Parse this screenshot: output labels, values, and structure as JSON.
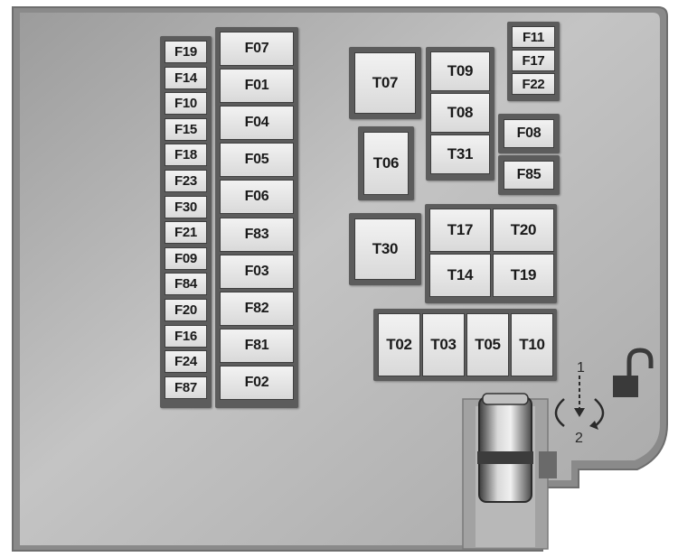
{
  "column_small": [
    "F19",
    "F14",
    "F10",
    "F15",
    "F18",
    "F23",
    "F30",
    "F21",
    "F09",
    "F84",
    "F20",
    "F16",
    "F24",
    "F87"
  ],
  "column_large": [
    "F07",
    "F01",
    "F04",
    "F05",
    "F06",
    "F83",
    "F03",
    "F82",
    "F81",
    "F02"
  ],
  "relay_single_top": "T07",
  "relay_single_mid": "T06",
  "relay_single_low": "T30",
  "relay_stack": [
    "T09",
    "T08",
    "T31"
  ],
  "fuse_top_right": [
    "F11",
    "F17",
    "F22"
  ],
  "fuse_f08": "F08",
  "fuse_f85": "F85",
  "relay_grid": [
    "T17",
    "T20",
    "T14",
    "T19"
  ],
  "relay_row": [
    "T02",
    "T03",
    "T05",
    "T10"
  ],
  "lock_symbol": {
    "step_1": "1",
    "step_2": "2",
    "icon": "unlock-icon"
  },
  "colors": {
    "panel": "#b4b4b4",
    "fuse": "#e6e6e6",
    "frame": "#5c5c5c"
  }
}
